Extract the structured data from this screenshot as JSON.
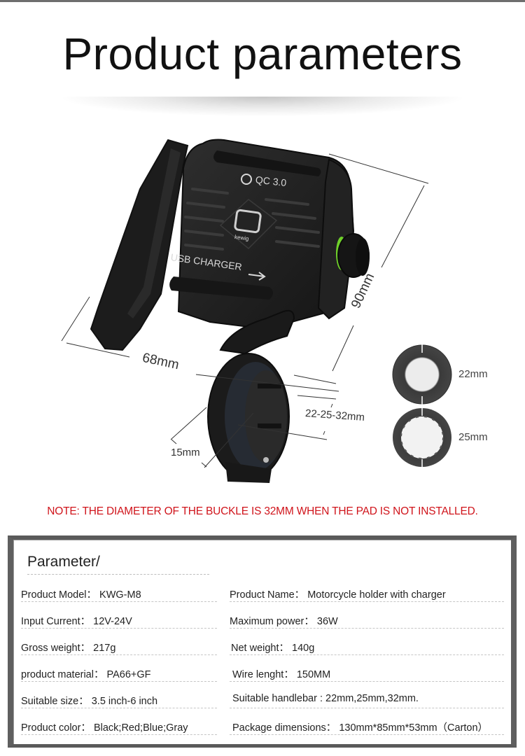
{
  "page": {
    "title": "Product parameters"
  },
  "figure": {
    "product_labels": {
      "qc": "QC 3.0",
      "brand": "kewig",
      "usb": "USB CHARGER"
    },
    "dimensions": {
      "height": "90mm",
      "width": "68mm",
      "clamp_range": "22-25-32mm",
      "clamp_depth": "15mm"
    },
    "pads": [
      {
        "label": "22mm"
      },
      {
        "label": "25mm"
      }
    ],
    "colors": {
      "body": "#1e1e1e",
      "knob_accent": "#6fd12a"
    }
  },
  "note": {
    "text": "NOTE: THE DIAMETER OF THE BUCKLE IS 32MM WHEN THE PAD IS NOT INSTALLED.",
    "color": "#d0141b"
  },
  "parameters": {
    "heading": "Parameter/",
    "rows": [
      {
        "left": "Product  Model： KWG-M8",
        "right": "Product  Name： Motorcycle holder with charger"
      },
      {
        "left": "Input Current： 12V-24V",
        "right": "Maximum power： 36W"
      },
      {
        "left": "Gross weight： 217g",
        "right": "Net weight： 140g"
      },
      {
        "left": "product material： PA66+GF",
        "right": "Wire lenght： 150MM"
      },
      {
        "left": "Suitable size： 3.5 inch-6 inch",
        "right": "Suitable handlebar : 22mm,25mm,32mm."
      },
      {
        "left": "Product color： Black;Red;Blue;Gray",
        "right": "Package dimensions： 130mm*85mm*53mm（Carton）"
      }
    ]
  }
}
